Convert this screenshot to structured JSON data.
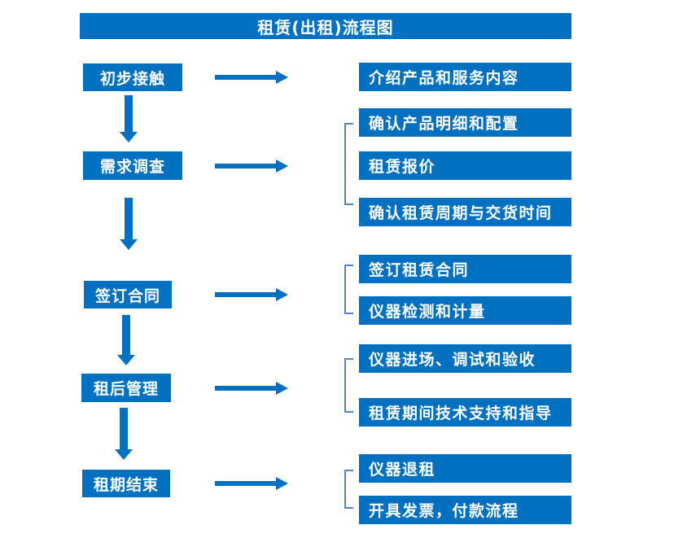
{
  "title": "租赁(出租)流程图",
  "colors": {
    "primary_blue": "#0070C0",
    "bracket_blue": "#5585C5",
    "text_on_blue": "#FFFFFF",
    "background": "#FFFFFF"
  },
  "flow": [
    {
      "step": "初步接触",
      "outputs": [
        "介绍产品和服务内容"
      ]
    },
    {
      "step": "需求调查",
      "outputs": [
        "确认产品明细和配置",
        "租赁报价",
        "确认租赁周期与交货时间"
      ]
    },
    {
      "step": "签订合同",
      "outputs": [
        "签订租赁合同",
        "仪器检测和计量"
      ]
    },
    {
      "step": "租后管理",
      "outputs": [
        "仪器进场、调试和验收",
        "租赁期间技术支持和指导"
      ]
    },
    {
      "step": "租期结束",
      "outputs": [
        "仪器退租",
        "开具发票，付款流程"
      ]
    }
  ]
}
